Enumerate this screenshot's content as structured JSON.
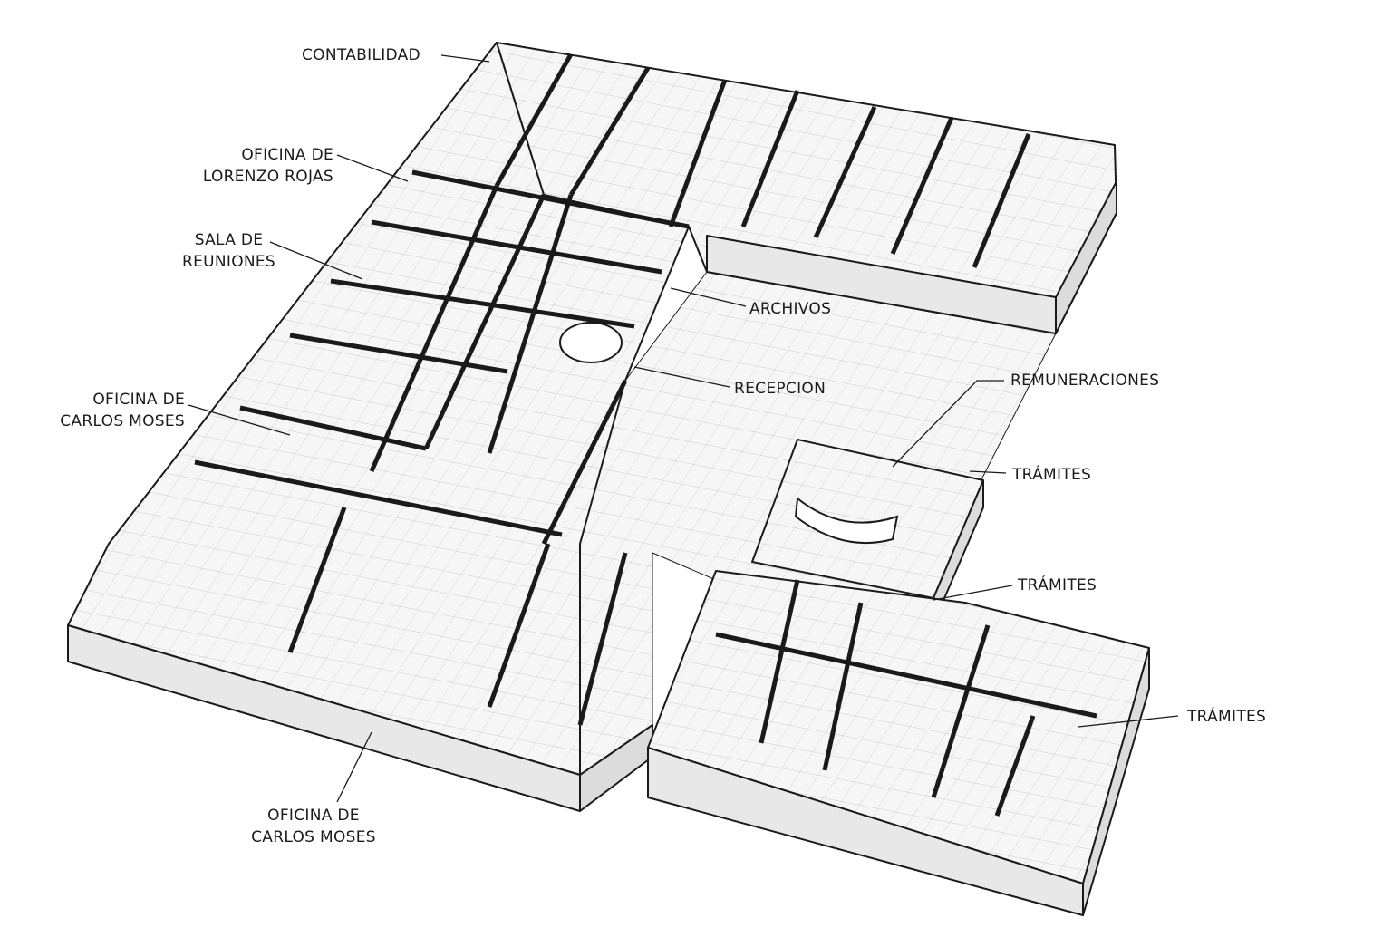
{
  "title": "Plano isométrico de oficinas",
  "colors": {
    "ink": "#1a1a1a",
    "floor": "#f4f4f4",
    "wall_top": "#ffffff",
    "wall_side": "#e6e6e6"
  },
  "labels": {
    "contabilidad": "CONTABILIDAD",
    "lorenzo_1": "OFICINA DE",
    "lorenzo_2": "LORENZO ROJAS",
    "sala_1": "SALA DE",
    "sala_2": "REUNIONES",
    "archivos": "ARCHIVOS",
    "recepcion": "RECEPCION",
    "remuneraciones": "REMUNERACIONES",
    "tramites_a": "TRÁMITES",
    "tramites_b": "TRÁMITES",
    "tramites_c": "TRÁMITES",
    "carlos_left_1": "OFICINA DE",
    "carlos_left_2": "CARLOS MOSES",
    "carlos_bottom_1": "OFICINA DE",
    "carlos_bottom_2": "CARLOS MOSES"
  }
}
